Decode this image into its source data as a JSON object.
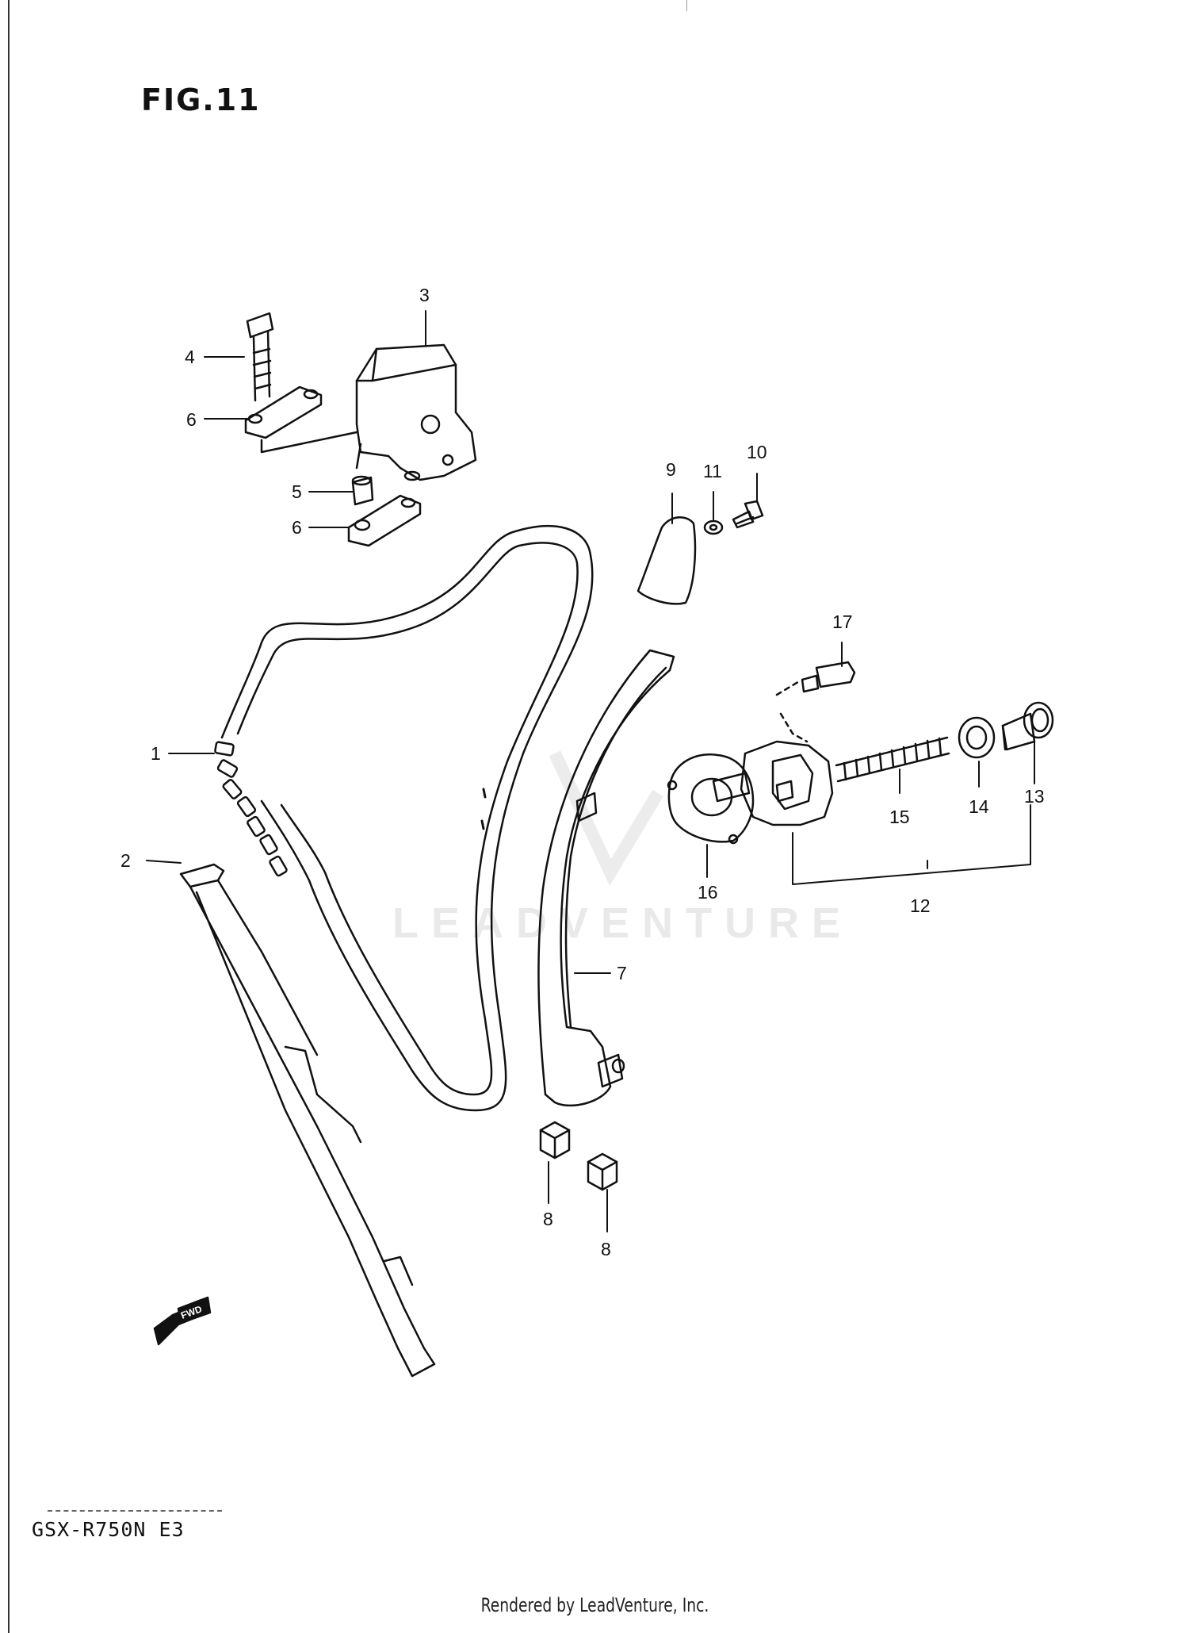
{
  "figure": {
    "title": "FIG.11"
  },
  "model": {
    "code": "GSX-R750N E3"
  },
  "footer": {
    "text": "Rendered by LeadVenture, Inc."
  },
  "watermark": {
    "text": "LEADVENTURE"
  },
  "fwd_arrow": {
    "label": "FWD"
  },
  "callouts": [
    {
      "id": "c1",
      "label": "1"
    },
    {
      "id": "c2",
      "label": "2"
    },
    {
      "id": "c3",
      "label": "3"
    },
    {
      "id": "c4",
      "label": "4"
    },
    {
      "id": "c5",
      "label": "5"
    },
    {
      "id": "c6a",
      "label": "6"
    },
    {
      "id": "c6b",
      "label": "6"
    },
    {
      "id": "c7",
      "label": "7"
    },
    {
      "id": "c8a",
      "label": "8"
    },
    {
      "id": "c8b",
      "label": "8"
    },
    {
      "id": "c9",
      "label": "9"
    },
    {
      "id": "c10",
      "label": "10"
    },
    {
      "id": "c11",
      "label": "11"
    },
    {
      "id": "c12",
      "label": "12"
    },
    {
      "id": "c13",
      "label": "13"
    },
    {
      "id": "c14",
      "label": "14"
    },
    {
      "id": "c15",
      "label": "15"
    },
    {
      "id": "c16",
      "label": "16"
    },
    {
      "id": "c17",
      "label": "17"
    }
  ]
}
